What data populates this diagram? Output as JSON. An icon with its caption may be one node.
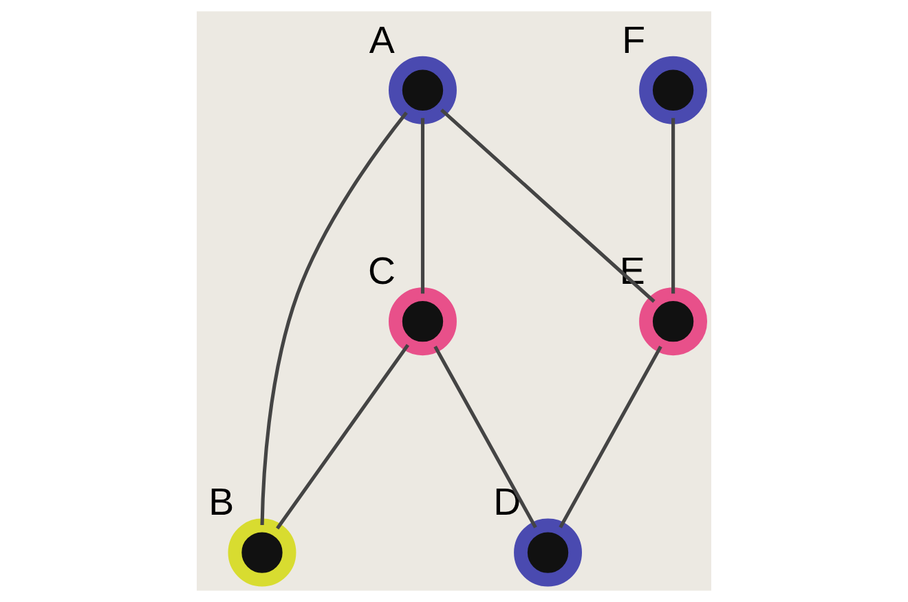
{
  "diagram": {
    "nodes": [
      {
        "text": [],
        "shape": "circle",
        "beside": [
          "A"
        ]
      },
      {
        "text": [],
        "shape": "circle",
        "beside": [
          "F"
        ]
      },
      {
        "text": [],
        "shape": "circle",
        "beside": [
          "C"
        ]
      },
      {
        "text": [],
        "shape": "circle",
        "beside": [
          "D"
        ]
      },
      {
        "text": [],
        "shape": "circle",
        "beside": [
          "B"
        ]
      },
      {
        "text": [],
        "shape": "circle",
        "beside": [
          "E"
        ]
      }
    ],
    "edges": [
      {
        "from": 0,
        "to": 2,
        "arrow": "none"
      },
      {
        "from": 0,
        "to": 5,
        "arrow": "none"
      },
      {
        "from": 0,
        "to": 4,
        "arrow": "none"
      },
      {
        "from": 1,
        "to": 5,
        "arrow": "none"
      },
      {
        "from": 2,
        "to": 3,
        "arrow": "none"
      },
      {
        "from": 2,
        "to": 4,
        "arrow": "none"
      },
      {
        "from": 5,
        "to": 3,
        "arrow": "none"
      }
    ]
  }
}
